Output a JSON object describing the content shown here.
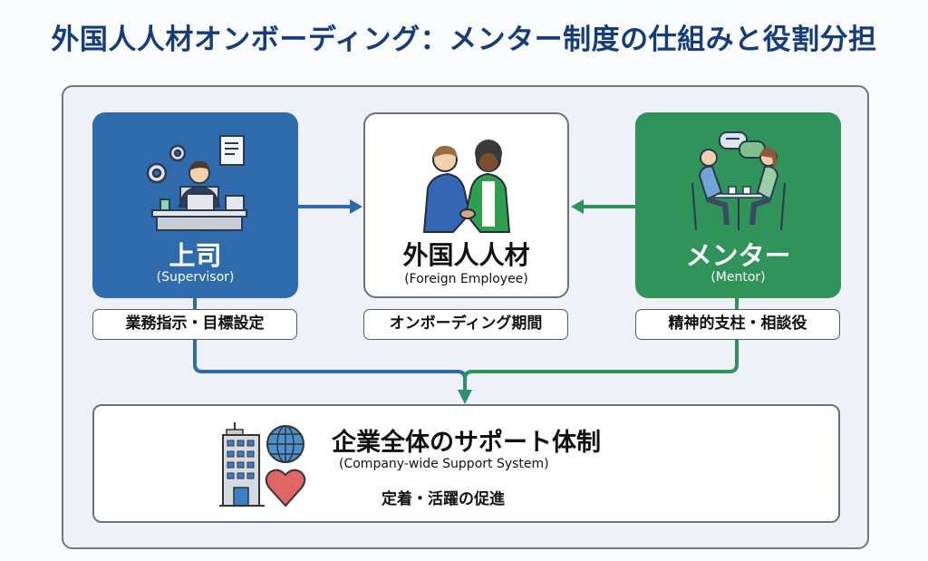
{
  "title": "外国人人材オンボーディング：メンター制度の仕組みと役割分担",
  "colors": {
    "supervisor": "#2e6aac",
    "mentor": "#2f935a",
    "title": "#163d78"
  },
  "roles": [
    {
      "id": "supervisor",
      "name": "上司",
      "english": "(Supervisor)",
      "tag": "業務指示・目標設定",
      "icon": "supervisor-at-desk-icon"
    },
    {
      "id": "employee",
      "name": "外国人人材",
      "english": "(Foreign Employee)",
      "tag": "オンボーディング期間",
      "icon": "handshake-icon"
    },
    {
      "id": "mentor",
      "name": "メンター",
      "english": "(Mentor)",
      "tag": "精神的支柱・相談役",
      "icon": "conversation-at-table-icon"
    }
  ],
  "support": {
    "title": "企業全体のサポート体制",
    "english": "(Company-wide Support System)",
    "note": "定着・活躍の促進",
    "icons": [
      "building-icon",
      "globe-icon",
      "heart-icon"
    ]
  }
}
